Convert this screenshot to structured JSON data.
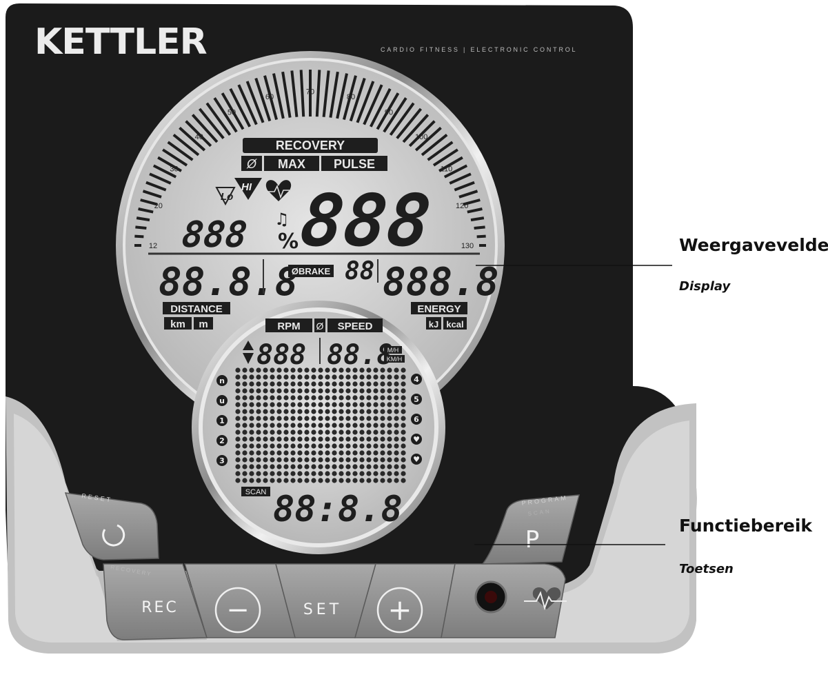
{
  "brand": {
    "logo_text": "KETTLER",
    "tagline": "CARDIO FITNESS | ELECTRONIC CONTROL"
  },
  "upper_display": {
    "scale_ticks": [
      "12",
      "20",
      "30",
      "40",
      "50",
      "60",
      "70",
      "80",
      "90",
      "100",
      "110",
      "120",
      "130"
    ],
    "recovery_label": "RECOVERY",
    "avg_symbol": "Ø",
    "max_label": "MAX",
    "pulse_label": "PULSE",
    "lo_label": "Lo",
    "hi_label": "HI",
    "percent_digits": "888",
    "percent_sign": "%",
    "pulse_digits": "888",
    "distance_digits": "88.8.8",
    "brake_label": "ØBRAKE",
    "brake_digits": "88",
    "energy_digits": "888.8",
    "distance_label": "DISTANCE",
    "distance_units": [
      "km",
      "m"
    ],
    "energy_label": "ENERGY",
    "energy_units": [
      "kJ",
      "kcal"
    ]
  },
  "lower_display": {
    "rpm_label": "RPM",
    "avg_symbol": "Ø",
    "speed_label": "SPEED",
    "rpm_digits": "888",
    "speed_digits": "88.8",
    "speed_units": [
      "M/H",
      "KM/H"
    ],
    "left_program_icons": [
      "n",
      "u",
      "1",
      "2",
      "3"
    ],
    "right_program_icons": [
      "4",
      "5",
      "6",
      "♥",
      "♥"
    ],
    "scan_label": "SCAN",
    "time_digits": "88:8.8"
  },
  "buttons": {
    "reset_caption": "RESET",
    "recovery_caption": "RECOVERY",
    "program_caption": "PROGRAM",
    "scan_caption": "SCAN",
    "rec_label": "REC",
    "minus_label": "−",
    "set_label": "SET",
    "plus_label": "+",
    "p_label": "P"
  },
  "annotations": [
    {
      "title": "Weergavevelden",
      "subtitle": "Display"
    },
    {
      "title": "Functiebereik",
      "subtitle": "Toetsen"
    }
  ]
}
